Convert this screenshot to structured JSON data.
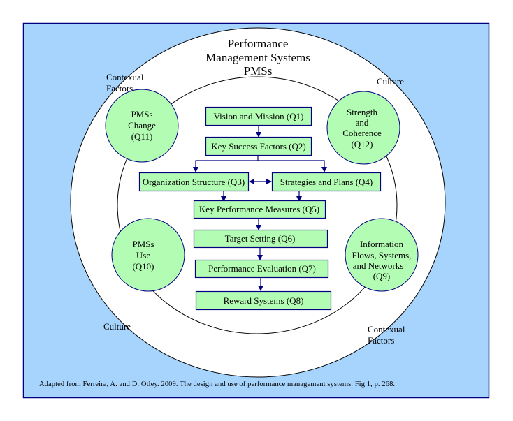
{
  "title": {
    "lines": [
      "Performance",
      "Management Systems",
      "PMSs"
    ]
  },
  "context_labels": {
    "top_left": [
      "Contexual",
      "Factors"
    ],
    "top_right": [
      "Culture"
    ],
    "bottom_left": [
      "Culture"
    ],
    "bottom_right": [
      "Contexual",
      "Factors"
    ]
  },
  "boxes": {
    "q1": "Vision and Mission (Q1)",
    "q2": "Key Success Factors (Q2)",
    "q3": "Organization Structure (Q3)",
    "q4": "Strategies and Plans (Q4)",
    "q5": "Key Performance Measures (Q5)",
    "q6": "Target Setting (Q6)",
    "q7": "Performance Evaluation (Q7)",
    "q8": "Reward Systems (Q8)"
  },
  "circles": {
    "q11": [
      "PMSs",
      "Change",
      "(Q11)"
    ],
    "q12": [
      "Strength",
      "and",
      "Coherence",
      "(Q12)"
    ],
    "q10": [
      "PMSs",
      "Use",
      "(Q10)"
    ],
    "q9": [
      "Information",
      "Flows, Systems,",
      "and Networks",
      "(Q9)"
    ]
  },
  "citation": "Adapted from Ferreira, A. and D. Otley. 2009. The design and use of performance management systems. Fig 1, p. 268.",
  "colors": {
    "background_panel": "#a6d4fc",
    "panel_border": "#000080",
    "ring_fill": "#ffffff",
    "box_fill": "#b3fcb3",
    "box_border": "#000080",
    "arrow": "#000080",
    "circle_fill": "#b3fcb3"
  }
}
